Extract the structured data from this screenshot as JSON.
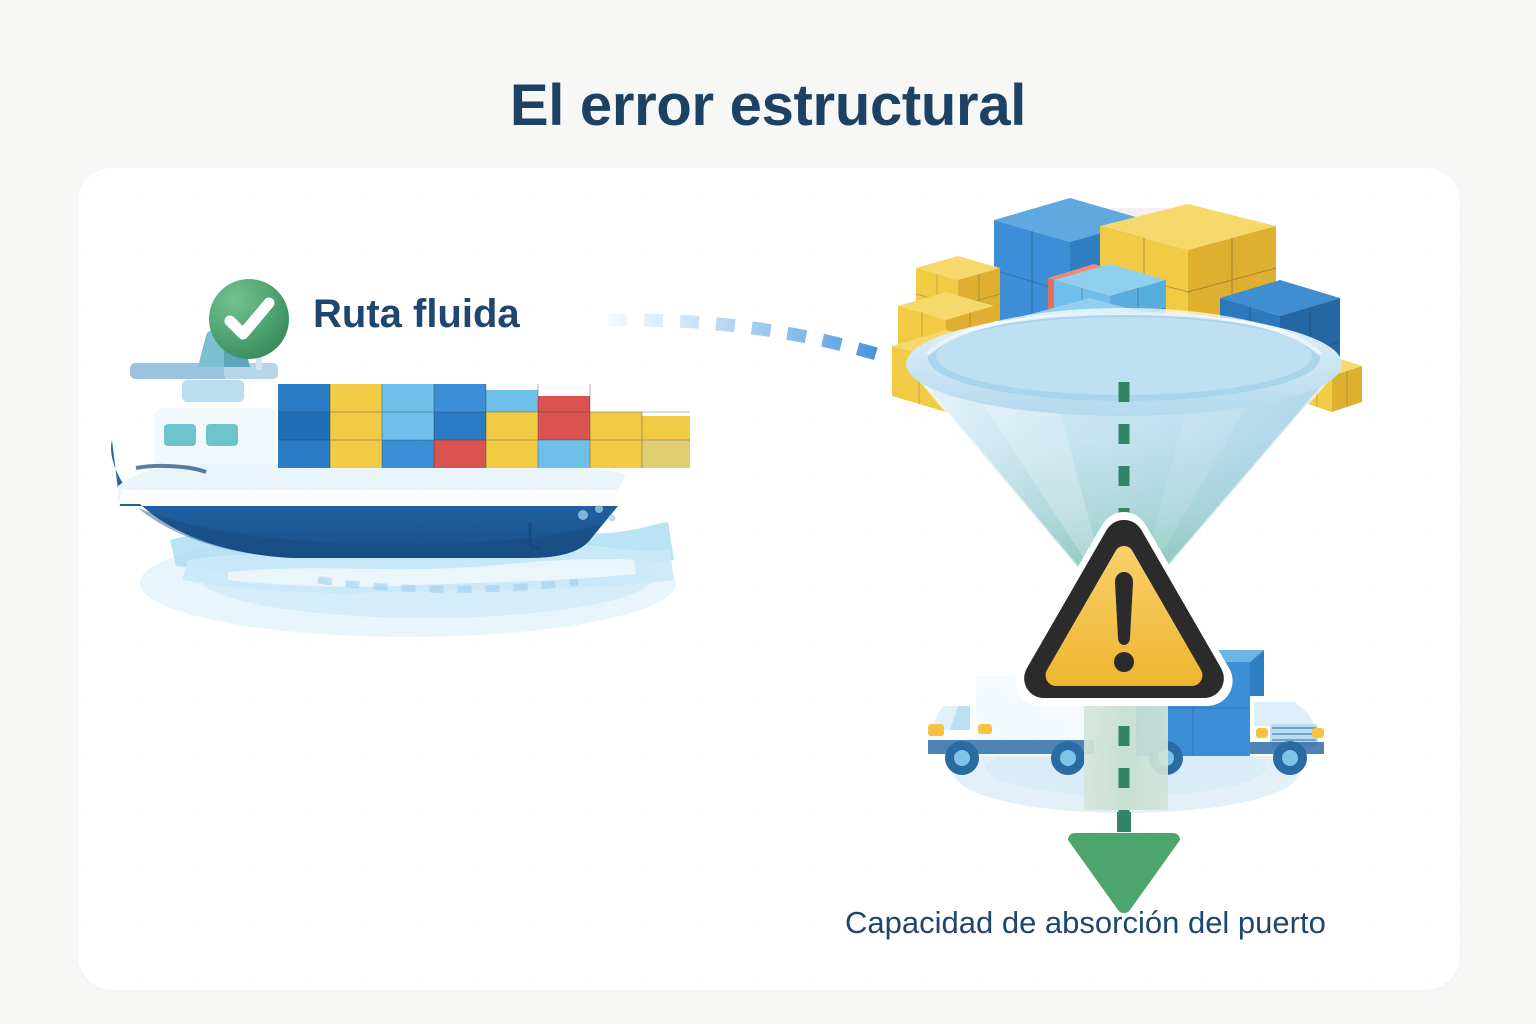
{
  "title": "El error estructural",
  "card": {
    "background_color": "#ffffff"
  },
  "page": {
    "background_color": "#f7f7f6",
    "text_color": "#1e4670",
    "accent_green": "#4da56e",
    "accent_blue": "#3c8fd6",
    "warning_yellow": "#f5c242",
    "warning_outline": "#2b2b2b"
  },
  "left_panel": {
    "status_badge": {
      "icon": "check-circle-icon",
      "label": "Ruta fluida",
      "color": "#4da56e"
    },
    "illustration": {
      "name": "container-ship-illustration",
      "hull_color": "#1f5f9e",
      "deck_color": "#eaf4fb",
      "water_color": "#bfe2f5",
      "container_colors": [
        "#3c8fd6",
        "#f2cb45",
        "#1f6fb5",
        "#d9534f",
        "#6ec0ea"
      ]
    }
  },
  "right_panel": {
    "funnel": {
      "name": "port-capacity-funnel",
      "rim_color": "#cfe7f5",
      "body_gradient_top": "#cfe7f5",
      "body_gradient_bottom": "#74b9a6",
      "centerline_color": "#2f8566"
    },
    "cargo_pile": {
      "name": "container-pile",
      "colors": [
        "#3c8fd6",
        "#f2cb45",
        "#1f6fb5",
        "#e0705e",
        "#6ec0ea",
        "#e8a06a"
      ]
    },
    "warning": {
      "name": "warning-triangle-icon",
      "symbol": "!",
      "fill_color": "#f5c242",
      "outline_color": "#2b2b2b"
    },
    "trucks": {
      "name": "delivery-trucks-illustration",
      "left_truck_color": "#ffffff",
      "right_truck_cargo_color": "#3c8fd6",
      "road_color": "#cfe2d8",
      "road_dash_color": "#2f8566"
    },
    "outflow_arrow": {
      "name": "downward-flow-arrow",
      "color": "#4da56e"
    },
    "caption": "Capacidad de absorción del puerto"
  },
  "connector": {
    "name": "dashed-flow-connector",
    "color": "#4a9ae0",
    "style": "dashed-arc"
  }
}
